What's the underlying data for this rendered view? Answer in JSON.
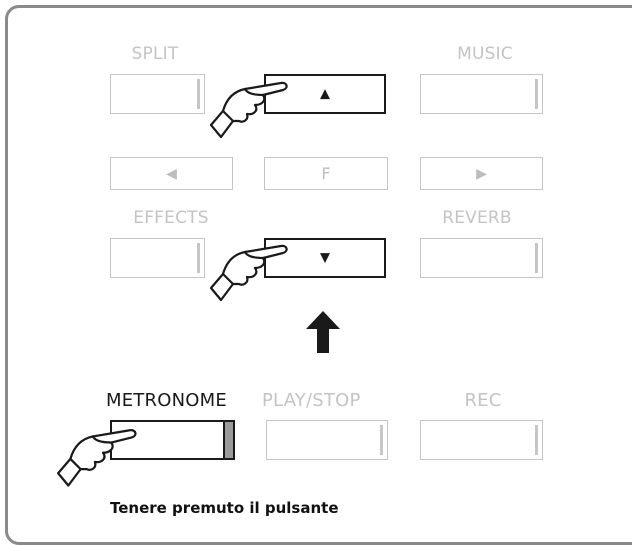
{
  "row1": {
    "split_label": "SPLIT",
    "music_label": "MUSIC",
    "up_glyph": "▲"
  },
  "row2": {
    "left_glyph": "◀",
    "f_label": "F",
    "right_glyph": "▶"
  },
  "row3": {
    "effects_label": "EFFECTS",
    "reverb_label": "REVERB",
    "down_glyph": "▼"
  },
  "row4": {
    "metronome_label": "METRONOME",
    "playstop_label": "PLAY/STOP",
    "rec_label": "REC"
  },
  "caption": "Tenere premuto il pulsante",
  "icons": {
    "pointing_hand": "pointing-hand-icon",
    "up_arrow": "up-arrow-icon"
  },
  "colors": {
    "active": "#1a1a1a",
    "inactive": "#c4c4c4",
    "led": "#9a9a9a"
  }
}
